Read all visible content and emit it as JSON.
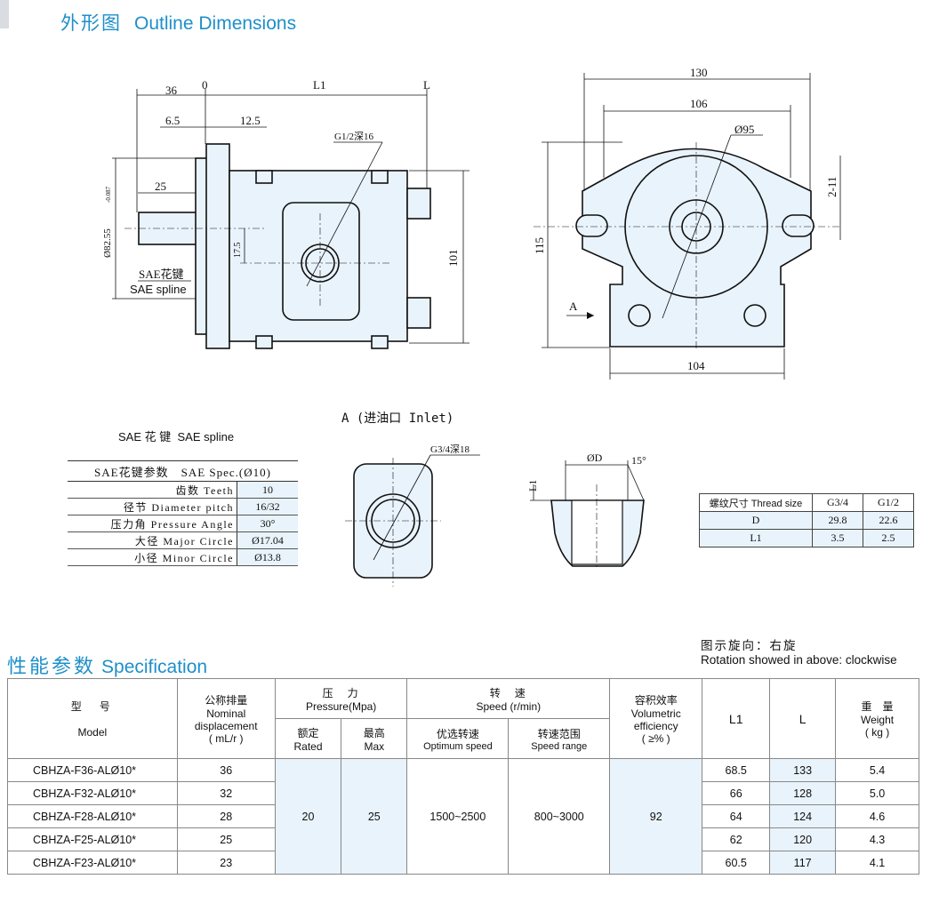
{
  "headings": {
    "outline_cn": "外形图",
    "outline_en": "Outline Dimensions",
    "spec_cn": "性能参数",
    "spec_en": "Specification"
  },
  "drawing_side": {
    "dim_36": "36",
    "dim_0": "0",
    "dim_l1": "L1",
    "dim_l": "L",
    "dim_6_5": "6.5",
    "dim_12_5": "12.5",
    "port_note": "G1/2深16",
    "dim_25": "25",
    "dim_diam": "Ø82.55",
    "dim_diam_tol": "-0.087",
    "dim_17_5": "17.5",
    "dim_101": "101",
    "spline_cn": "SAE花键",
    "spline_en": "SAE spline"
  },
  "drawing_front": {
    "dim_130": "130",
    "dim_106": "106",
    "dim_95": "Ø95",
    "dim_2_11": "2-11",
    "dim_115": "115",
    "dim_104": "104",
    "view_a": "A"
  },
  "inlet": {
    "title": "A (进油口 Inlet)",
    "port_note": "G3/4深18"
  },
  "port_detail": {
    "dim_d": "ØD",
    "dim_angle": "15°",
    "dim_l1": "L1"
  },
  "sae": {
    "title_cn": "SAE 花 键",
    "title_en": "SAE spline",
    "header": "SAE花键参数　SAE Spec.(Ø10)",
    "rows": [
      {
        "label": "齿数 Teeth",
        "value": "10"
      },
      {
        "label": "径节 Diameter pitch",
        "value": "16/32"
      },
      {
        "label": "压力角 Pressure Angle",
        "value": "30°"
      },
      {
        "label": "大径 Major Circle",
        "value": "Ø17.04"
      },
      {
        "label": "小径 Minor Circle",
        "value": "Ø13.8"
      }
    ]
  },
  "thread": {
    "header": "螺纹尺寸 Thread size",
    "cols": [
      "G3/4",
      "G1/2"
    ],
    "rows": [
      {
        "label": "D",
        "values": [
          "29.8",
          "22.6"
        ]
      },
      {
        "label": "L1",
        "values": [
          "3.5",
          "2.5"
        ]
      }
    ]
  },
  "rotation": {
    "cn": "图示旋向：右旋",
    "en": "Rotation showed in above: clockwise"
  },
  "spec": {
    "headers": {
      "model_cn": "型　号",
      "model_en": "Model",
      "disp_cn": "公称排量",
      "disp_en1": "Nominal",
      "disp_en2": "displacement",
      "disp_unit": "( mL/r )",
      "pressure_cn": "压　力",
      "pressure_en": "Pressure(Mpa)",
      "rated_cn": "额定",
      "rated_en": "Rated",
      "max_cn": "最高",
      "max_en": "Max",
      "speed_cn": "转　速",
      "speed_en": "Speed (r/min)",
      "opt_cn": "优选转速",
      "opt_en": "Optimum speed",
      "range_cn": "转速范围",
      "range_en": "Speed range",
      "eff_cn": "容积效率",
      "eff_en1": "Volumetric",
      "eff_en2": "efficiency",
      "eff_unit": "( ≥% )",
      "l1": "L1",
      "l": "L",
      "weight_cn": "重　量",
      "weight_en": "Weight",
      "weight_unit": "( kg )"
    },
    "shared": {
      "rated": "20",
      "max": "25",
      "optimum": "1500~2500",
      "range": "800~3000",
      "efficiency": "92"
    },
    "rows": [
      {
        "model": "CBHZA-F36-ALØ10*",
        "disp": "36",
        "l1": "68.5",
        "l": "133",
        "weight": "5.4"
      },
      {
        "model": "CBHZA-F32-ALØ10*",
        "disp": "32",
        "l1": "66",
        "l": "128",
        "weight": "5.0"
      },
      {
        "model": "CBHZA-F28-ALØ10*",
        "disp": "28",
        "l1": "64",
        "l": "124",
        "weight": "4.6"
      },
      {
        "model": "CBHZA-F25-ALØ10*",
        "disp": "25",
        "l1": "62",
        "l": "120",
        "weight": "4.3"
      },
      {
        "model": "CBHZA-F23-ALØ10*",
        "disp": "23",
        "l1": "60.5",
        "l": "117",
        "weight": "4.1"
      }
    ]
  }
}
